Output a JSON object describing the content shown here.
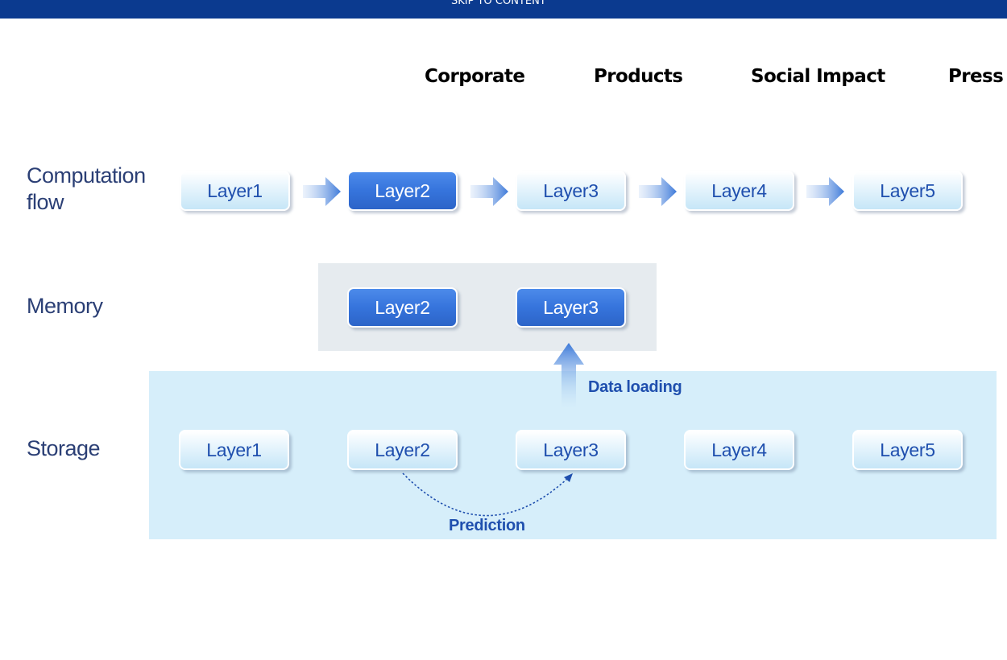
{
  "skip_link": {
    "label": "SKIP TO CONTENT"
  },
  "nav": {
    "items": [
      {
        "label": "Corporate"
      },
      {
        "label": "Products"
      },
      {
        "label": "Social Impact"
      },
      {
        "label": "Press Resources"
      }
    ]
  },
  "diagram": {
    "rows": {
      "computation": {
        "label_line1": "Computation",
        "label_line2": "flow"
      },
      "memory": {
        "label": "Memory"
      },
      "storage": {
        "label": "Storage"
      }
    },
    "computation_layers": [
      "Layer1",
      "Layer2",
      "Layer3",
      "Layer4",
      "Layer5"
    ],
    "memory_layers": [
      "Layer2",
      "Layer3"
    ],
    "storage_layers": [
      "Layer1",
      "Layer2",
      "Layer3",
      "Layer4",
      "Layer5"
    ],
    "data_loading_label": "Data loading",
    "prediction_label": "Prediction",
    "colors": {
      "header": "#0b3a8f",
      "active_layer": "#3674dc",
      "label_text": "#2b3f75",
      "storage_panel": "#d6eefa",
      "memory_panel": "#e6ebef"
    }
  }
}
